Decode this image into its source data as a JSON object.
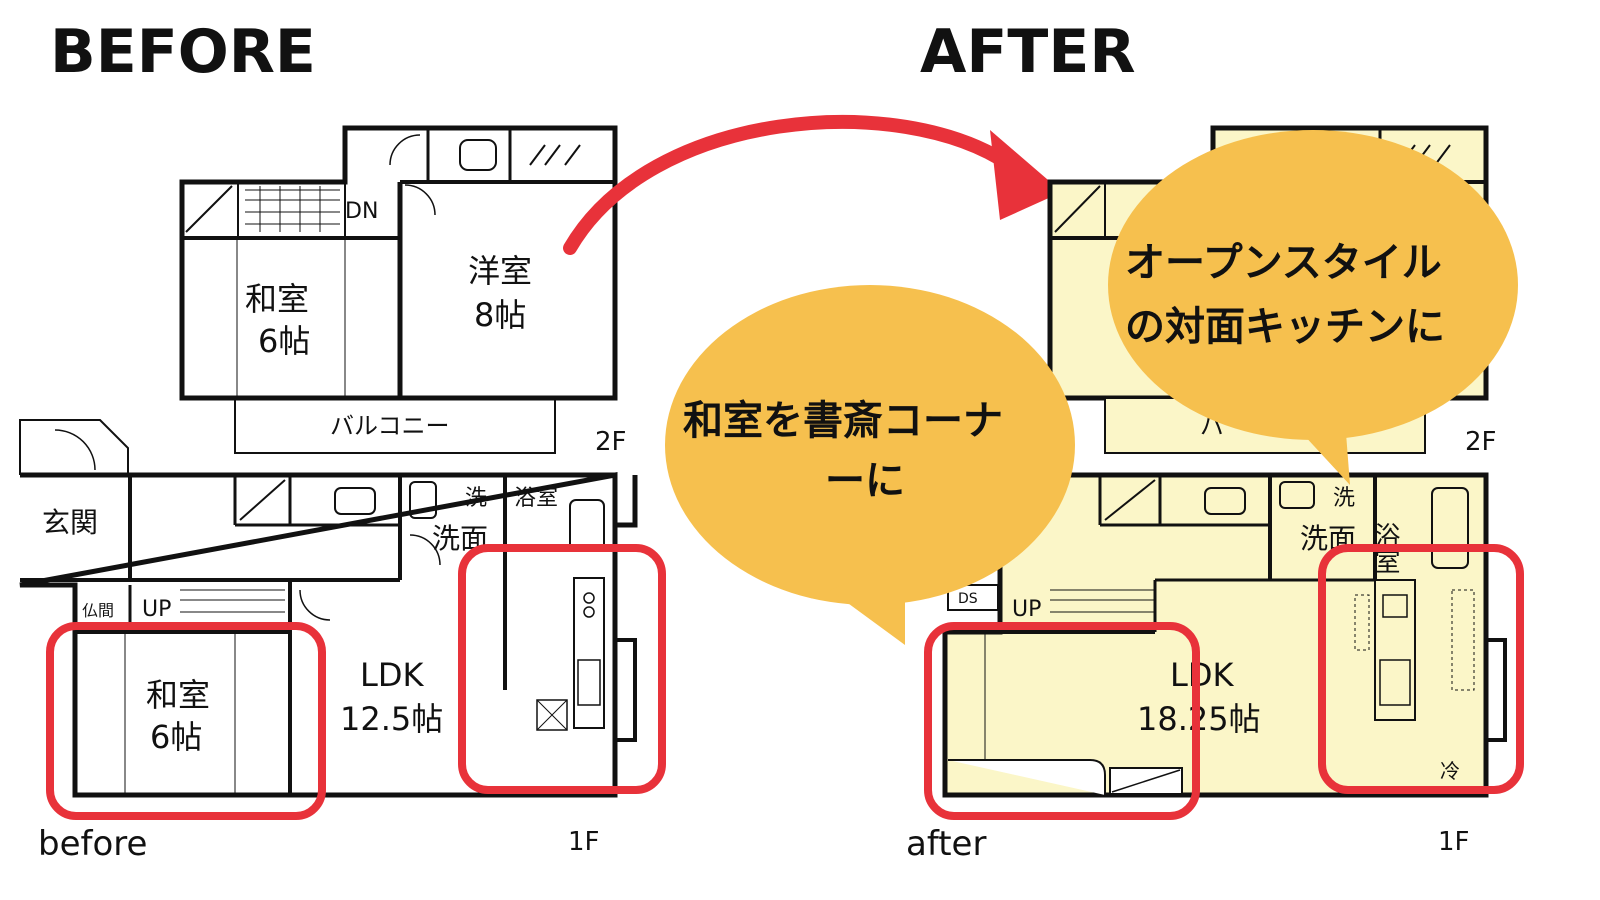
{
  "before": {
    "heading": "BEFORE",
    "caption": "before",
    "floor2": {
      "label": "2F",
      "rooms": {
        "washitsu": "和室",
        "washitsu_size": "6帖",
        "youshitsu": "洋室",
        "youshitsu_size": "8帖",
        "balcony": "バルコニー",
        "stairs": "DN"
      }
    },
    "floor1": {
      "label": "1F",
      "rooms": {
        "entrance": "玄関",
        "bath": "浴室",
        "washroom": "洗面",
        "laundry": "洗",
        "altar": "仏間",
        "stairs": "UP",
        "washitsu": "和室",
        "washitsu_size": "6帖",
        "ldk": "LDK",
        "ldk_size": "12.5帖"
      }
    }
  },
  "after": {
    "heading": "AFTER",
    "caption": "after",
    "floor2": {
      "label": "2F",
      "balcony_partial": "バ"
    },
    "floor1": {
      "label": "1F",
      "rooms": {
        "bath": "浴室",
        "washroom": "洗面",
        "laundry": "洗",
        "ds": "DS",
        "stairs": "UP",
        "ldk": "LDK",
        "ldk_size": "18.25帖",
        "fridge": "冷"
      }
    }
  },
  "callouts": {
    "study": {
      "line1": "和室を書斎コーナ",
      "line2": "ーに"
    },
    "kitchen": {
      "line1": "オープンスタイル",
      "line2": "の対面キッチンに"
    }
  },
  "colors": {
    "highlight": "#e8323a",
    "callout_fill": "#f6c04e",
    "after_fill": "#fbf6c8",
    "wall": "#111111"
  }
}
